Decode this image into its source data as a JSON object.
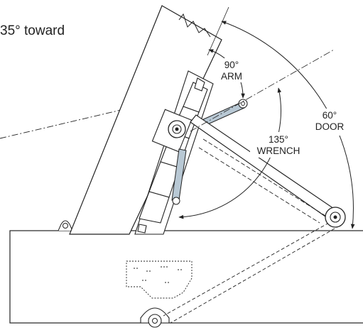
{
  "caption": "35° toward",
  "labels": {
    "arm_angle": "90°",
    "arm_name": "ARM",
    "wrench_angle": "135°",
    "wrench_name": "WRENCH",
    "door_angle": "60°",
    "door_name": "DOOR"
  },
  "colors": {
    "line": "#222222",
    "rod_fill": "#b8c8d4",
    "background": "#ffffff"
  }
}
